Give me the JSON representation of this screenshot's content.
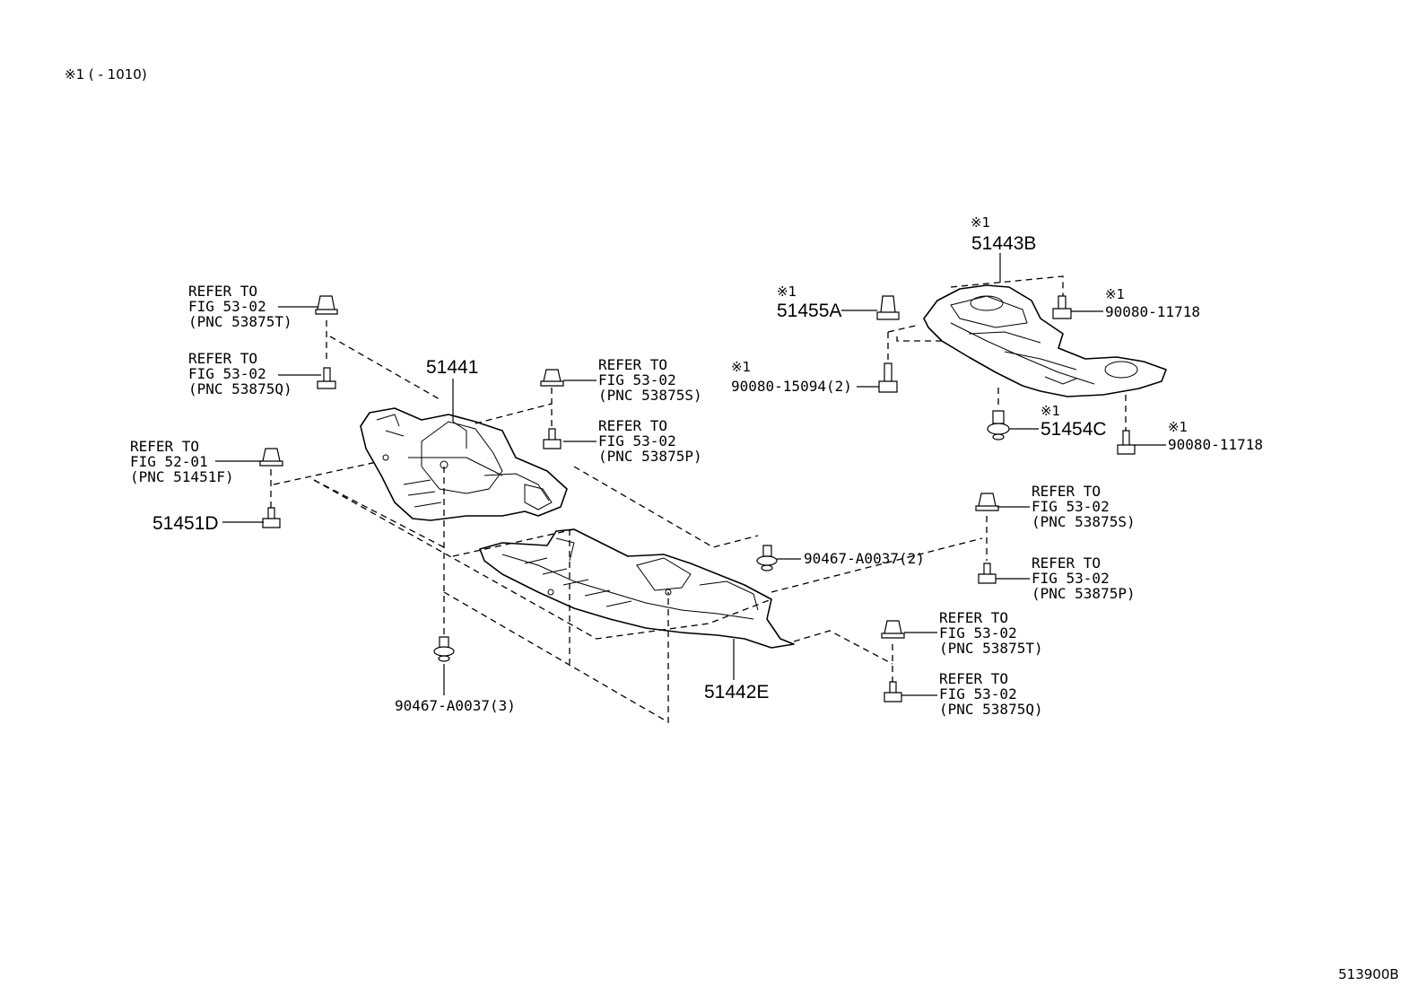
{
  "header": {
    "note": "※1 (        - 1010)"
  },
  "figure_code": "513900B",
  "refer_label": "REFER TO",
  "callouts": {
    "r53875t_top": {
      "fig": "FIG 53-02",
      "pnc": "(PNC 53875T)"
    },
    "r53875q_top": {
      "fig": "FIG 53-02",
      "pnc": "(PNC 53875Q)"
    },
    "r51451f": {
      "fig": "FIG 52-01",
      "pnc": "(PNC 51451F)"
    },
    "r53875s_mid": {
      "fig": "FIG 53-02",
      "pnc": "(PNC 53875S)"
    },
    "r53875p_mid": {
      "fig": "FIG 53-02",
      "pnc": "(PNC 53875P)"
    },
    "r53875s_right": {
      "fig": "FIG 53-02",
      "pnc": "(PNC 53875S)"
    },
    "r53875p_right": {
      "fig": "FIG 53-02",
      "pnc": "(PNC 53875P)"
    },
    "r53875t_low": {
      "fig": "FIG 53-02",
      "pnc": "(PNC 53875T)"
    },
    "r53875q_low": {
      "fig": "FIG 53-02",
      "pnc": "(PNC 53875Q)"
    }
  },
  "parts": {
    "p51441": "51441",
    "p51451d": "51451D",
    "p51442e": "51442E",
    "p51443b": "51443B",
    "p51455a": "51455A",
    "p51454c": "51454C",
    "b90467_2": "90467-A0037(2)",
    "b90467_3": "90467-A0037(3)",
    "b90080_15094": "90080-15094(2)",
    "b90080_11718_a": "90080-11718",
    "b90080_11718_b": "90080-11718"
  },
  "marks": {
    "m51443b": "※1",
    "m51455a": "※1",
    "m90080_11718_a": "※1",
    "m90080_15094": "※1",
    "m51454c": "※1",
    "m90080_11718_b": "※1"
  }
}
